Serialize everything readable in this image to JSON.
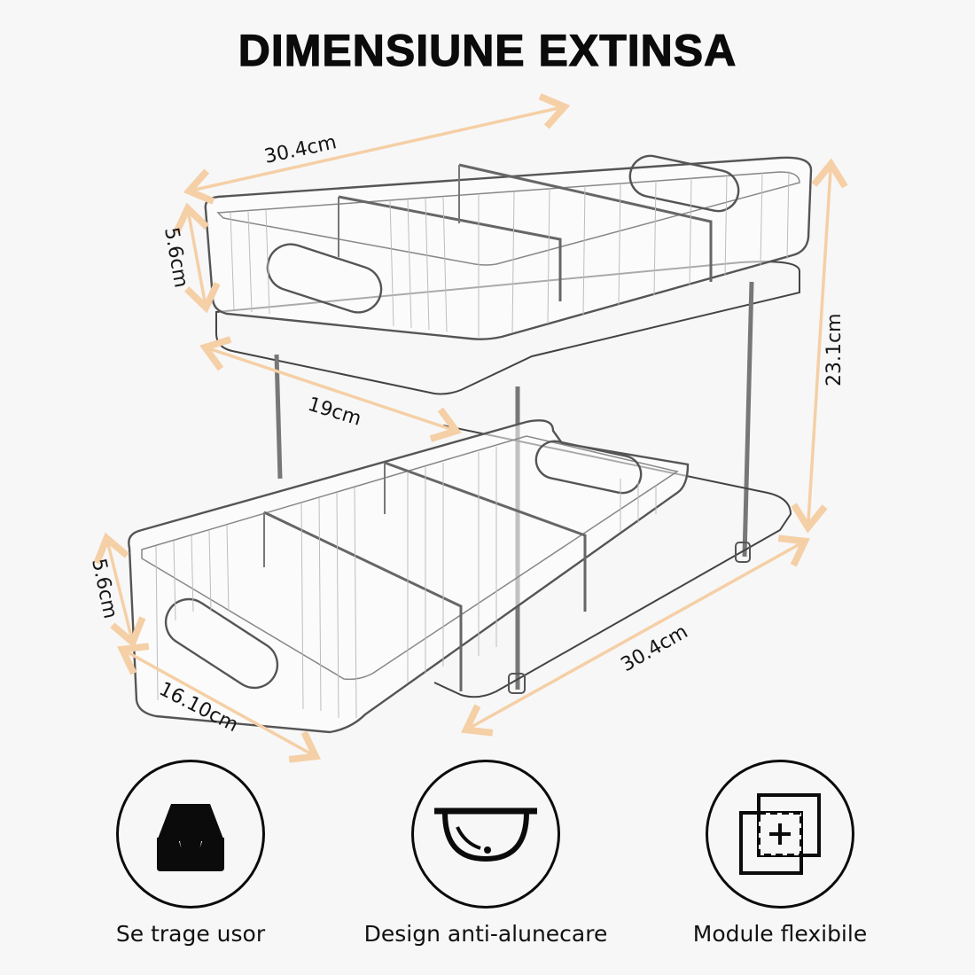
{
  "header": {
    "title": "DIMENSIUNE EXTINSA"
  },
  "dimensions": {
    "top_width": "30.4cm",
    "top_height": "5.6cm",
    "total_height": "23.1cm",
    "top_depth": "19cm",
    "bottom_height": "5.6cm",
    "bottom_depth": "16.10cm",
    "bottom_width": "30.4cm"
  },
  "colors": {
    "arrow": "#f5cfa6",
    "ink": "#0b0b0b",
    "background": "#f7f7f7",
    "outline": "#6d6d6d"
  },
  "features": [
    {
      "label": "Se trage usor",
      "icon": "drawer-icon"
    },
    {
      "label": "Design anti-alunecare",
      "icon": "bowl-icon"
    },
    {
      "label": "Module flexibile",
      "icon": "modules-icon"
    }
  ]
}
